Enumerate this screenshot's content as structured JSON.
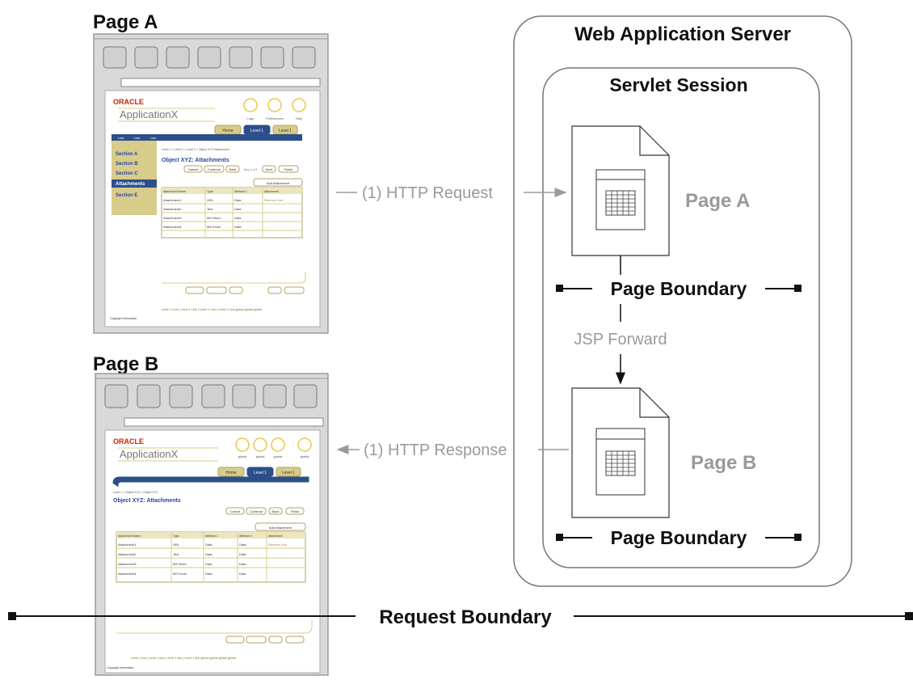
{
  "labels": {
    "page_a_title": "Page A",
    "page_b_title": "Page B",
    "server_title": "Web Application Server",
    "session_title": "Servlet Session",
    "doc_a_label": "Page A",
    "doc_b_label": "Page B",
    "page_boundary_1": "Page Boundary",
    "page_boundary_2": "Page Boundary",
    "jsp_forward": "JSP Forward",
    "http_request": "(1) HTTP Request",
    "http_response": "(1) HTTP Response",
    "request_boundary": "Request Boundary"
  },
  "mockup_a": {
    "logo": "ORACLE",
    "app_name": "ApplicationX",
    "icon_labels": [
      "Logo",
      "Preferences",
      "Help"
    ],
    "tabs": [
      "Home",
      "Level 1",
      "Level 1"
    ],
    "subnav": [
      "Link",
      "Link",
      "Link"
    ],
    "sections": [
      "Section A",
      "Section B",
      "Section C",
      "Attachments",
      "Section E"
    ],
    "breadcrumb": "Level 1 > Level 2 > Level 3 > Object XYZ Attachments",
    "heading": "Object XYZ: Attachments",
    "actions": [
      "Cancel",
      "Continue",
      "Back",
      "Step 2 of 3",
      "Next",
      "Finish"
    ],
    "add_button": "Add Attachment",
    "table_headers": [
      "Attachment Name",
      "Type",
      "Attribute 1",
      "Attachment"
    ],
    "table_rows": [
      [
        "Attachment1",
        "URL",
        "Data",
        "Remove Link"
      ],
      [
        "Attachment2",
        "Text",
        "Data",
        ""
      ],
      [
        "Attachment3",
        "MS Word",
        "Data",
        ""
      ],
      [
        "Attachment4",
        "MS Excel",
        "Data",
        ""
      ]
    ],
    "footer_links": "Level 1 Link | Level 1 Link | Level 1 Link | Level 1 Link  global  global  global",
    "copyright": "Copyright Information"
  },
  "mockup_b": {
    "logo": "ORACLE",
    "app_name": "ApplicationX",
    "icon_labels": [
      "global",
      "global",
      "global",
      "global"
    ],
    "tabs": [
      "Home",
      "Level 1",
      "Level 1"
    ],
    "breadcrumb": "Level 1 > Object XYZ > Object XYZ",
    "heading": "Object XYZ: Attachments",
    "actions": [
      "Cancel",
      "Continue",
      "Back",
      "Finish"
    ],
    "add_button": "Add Attachment",
    "table_headers": [
      "Attachment Name",
      "Type",
      "Attribute 1",
      "Attribute 2",
      "Attachment"
    ],
    "table_rows": [
      [
        "Attachment1",
        "URL",
        "Data",
        "Data",
        "Remove Link"
      ],
      [
        "Attachment2",
        "Text",
        "Data",
        "Data",
        ""
      ],
      [
        "Attachment3",
        "MS Word",
        "Data",
        "Data",
        ""
      ],
      [
        "Attachment4",
        "MS Excel",
        "Data",
        "Data",
        ""
      ]
    ],
    "footer_links": "Level 1 link | Level 1 link | Level 1 link | Level 1 link  global  global  global  global",
    "copyright": "Copyright Information"
  },
  "colors": {
    "ink": "#111111",
    "grey_text": "#9a9a9a",
    "frame_grey": "#d9d9d9",
    "frame_dark": "#8a8a8a",
    "oracle_red": "#cc2200",
    "nav_blue": "#2c4f8a",
    "khaki": "#d8cc8a",
    "khaki_light": "#ece6bf",
    "link_blue": "#2a46a0"
  }
}
